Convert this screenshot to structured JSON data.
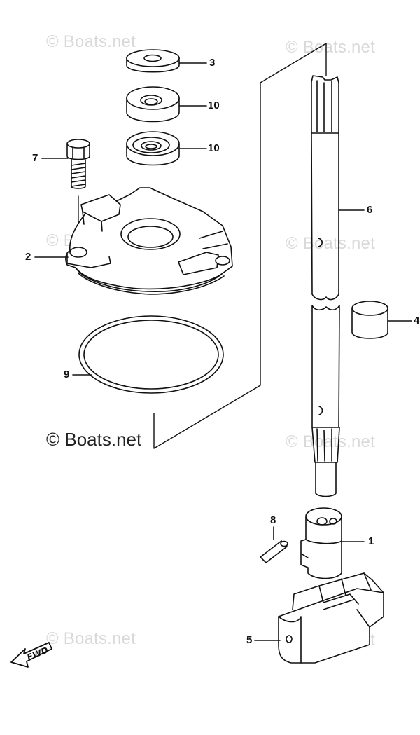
{
  "watermarks": {
    "text": "© Boats.net",
    "main": "© Boats.net"
  },
  "callouts": {
    "c3": "3",
    "c10a": "10",
    "c10b": "10",
    "c7": "7",
    "c2": "2",
    "c6": "6",
    "c4": "4",
    "c9": "9",
    "c8": "8",
    "c1": "1",
    "c5": "5"
  },
  "fwd_label": "FWD"
}
